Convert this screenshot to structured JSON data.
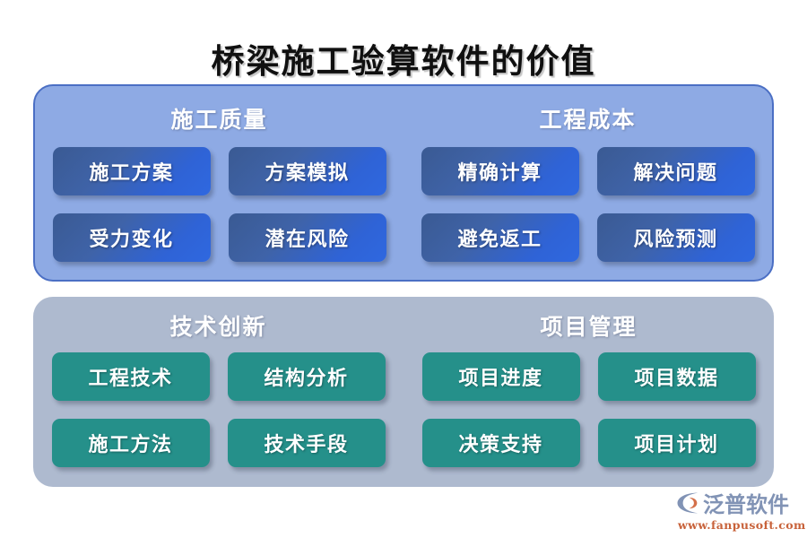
{
  "title": "桥梁施工验算软件的价值",
  "colors": {
    "title_text": "#101010",
    "panel_blue_bg": "#8eaae4",
    "panel_blue_border": "#4b6fc4",
    "panel_gray_bg": "#aebacf",
    "item_blue_from": "#3a5a93",
    "item_blue_to": "#2f68e0",
    "item_teal": "#25908a",
    "logo_text": "#8193b5",
    "logo_url": "#c8623a"
  },
  "panels": [
    {
      "id": "panel-blue",
      "sections": [
        {
          "header": "施工质量",
          "items": [
            "施工方案",
            "方案模拟",
            "受力变化",
            "潜在风险"
          ]
        },
        {
          "header": "工程成本",
          "items": [
            "精确计算",
            "解决问题",
            "避免返工",
            "风险预测"
          ]
        }
      ]
    },
    {
      "id": "panel-gray",
      "sections": [
        {
          "header": "技术创新",
          "items": [
            "工程技术",
            "结构分析",
            "施工方法",
            "技术手段"
          ]
        },
        {
          "header": "项目管理",
          "items": [
            "项目进度",
            "项目数据",
            "决策支持",
            "项目计划"
          ]
        }
      ]
    }
  ],
  "logo": {
    "brand": "泛普软件",
    "url": "www.fanpusoft.com",
    "mark": "fanpu-swoosh-icon"
  }
}
